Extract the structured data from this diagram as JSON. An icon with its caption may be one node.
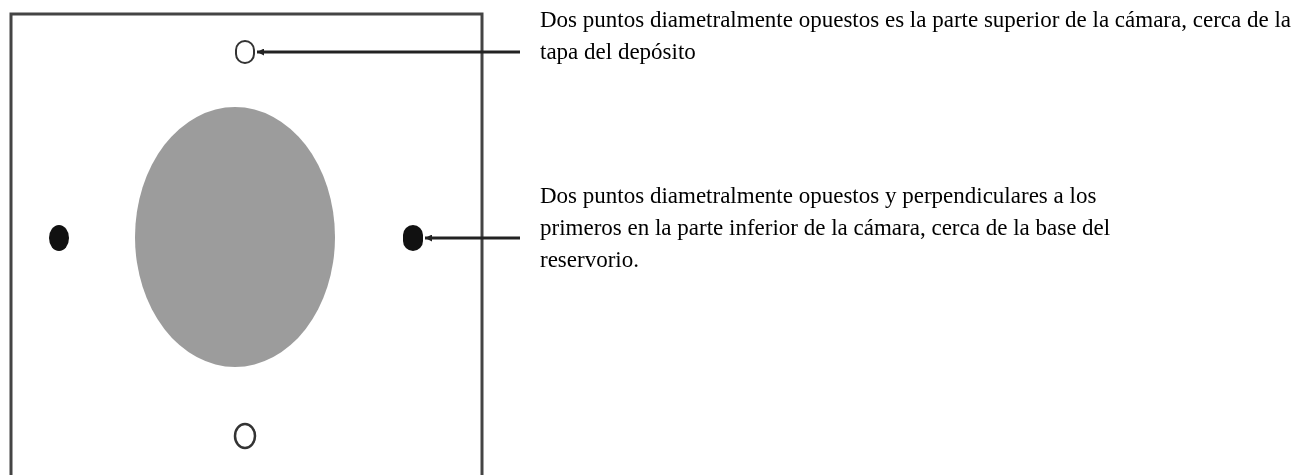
{
  "diagram": {
    "nodes": [
      {
        "text": [
          "Dos puntos diametralmente opuestos es la parte superior de la cámara, cerca de la tapa del depósito"
        ]
      },
      {
        "text": [],
        "shape": "circle"
      },
      {
        "text": [
          "Dos puntos diametralmente opuestos y perpendiculares a los primeros en la parte inferior de la cámara, cerca de la base del reservorio."
        ]
      },
      {
        "text": [],
        "shape": "circle"
      }
    ],
    "edges": [
      {
        "from": 0,
        "to": 1,
        "arrow": "to"
      },
      {
        "from": 2,
        "to": 3,
        "arrow": "to"
      }
    ]
  }
}
